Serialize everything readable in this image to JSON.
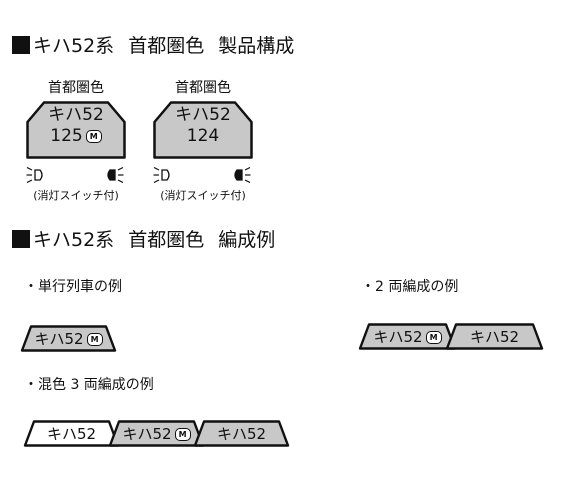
{
  "heading1": {
    "title": "キハ52系",
    "color": "首都圏色",
    "suffix": "製品構成"
  },
  "heading2": {
    "title": "キハ52系",
    "color": "首都圏色",
    "suffix": "編成例"
  },
  "products": [
    {
      "caption": "首都圏色",
      "series": "キハ52",
      "number": "125",
      "motor_mark": "M",
      "note": "(消灯スイッチ付)"
    },
    {
      "caption": "首都圏色",
      "series": "キハ52",
      "number": "124",
      "note": "(消灯スイッチ付)"
    }
  ],
  "formations": {
    "single": {
      "label": "・単行列車の例",
      "cars": [
        {
          "name": "キハ52",
          "motor_mark": "M",
          "livery": "gray"
        }
      ]
    },
    "two": {
      "label": "・2 両編成の例",
      "cars": [
        {
          "name": "キハ52",
          "motor_mark": "M",
          "livery": "gray"
        },
        {
          "name": "キハ52",
          "livery": "gray"
        }
      ]
    },
    "mixed": {
      "label": "・混色 3 両編成の例",
      "cars": [
        {
          "name": "キハ52",
          "livery": "white"
        },
        {
          "name": "キハ52",
          "motor_mark": "M",
          "livery": "gray"
        },
        {
          "name": "キハ52",
          "livery": "gray"
        }
      ]
    }
  },
  "colors": {
    "car_gray": "#c8c8c8",
    "car_white": "#ffffff",
    "outline": "#111111"
  }
}
